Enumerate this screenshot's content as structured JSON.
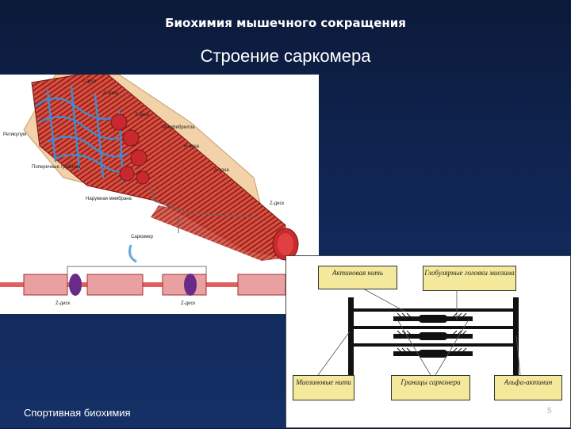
{
  "slide": {
    "title": "Биохимия мышечного сокращения",
    "subtitle": "Строение саркомера",
    "footer": "Спортивная биохимия",
    "page_number": "5"
  },
  "left_figure": {
    "labels": {
      "disk_i": "I-диск",
      "zone_a": "А-зона",
      "z_disk_top": "Z-диск",
      "myofibril": "Миофибрилла",
      "reticulum": "Ретикулум",
      "zone_h": "Н-зона",
      "t_tubules": "Поперечные трубочки",
      "a_zone_mid": "А-зона",
      "outer_membrane": "Наружная мембрана",
      "z_disk_right": "Z-диск",
      "sarcomere": "Саркомер",
      "z_disk_bottom_1": "Z-диск",
      "z_disk_bottom_2": "Z-диск"
    }
  },
  "right_figure": {
    "actin_filament": "Актиновая нить",
    "globular_heads": "Глобулярные головки миозина",
    "myosin_filaments": "Миозиновые нити",
    "sarcomere_borders": "Границы саркомера",
    "alpha_actinin": "Альфа-актинин"
  },
  "colors": {
    "background": "#102655",
    "muscle_red": "#c8282e",
    "reticulum_blue": "#3a8fd8",
    "label_box": "#f4e89a"
  }
}
